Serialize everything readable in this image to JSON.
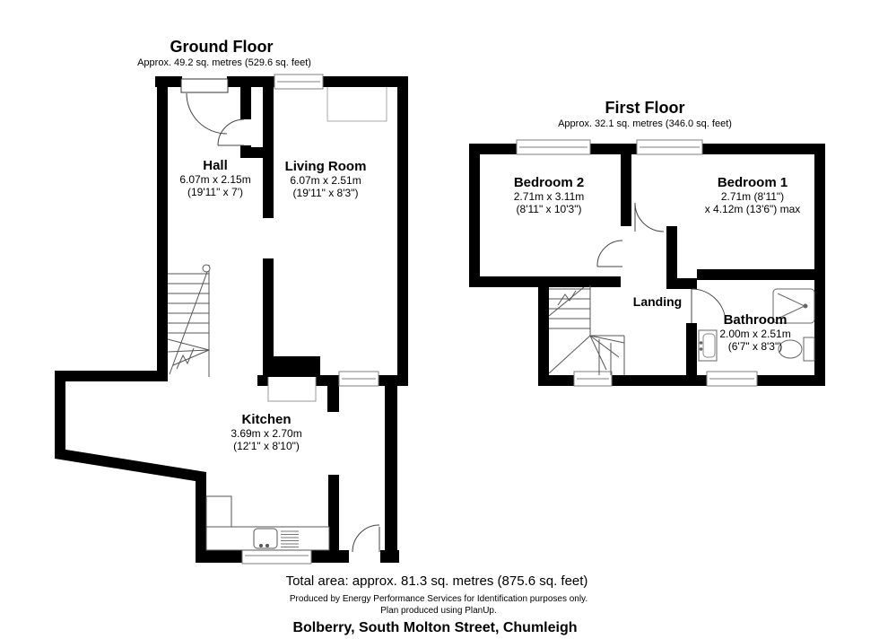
{
  "document": {
    "type": "floor-plan"
  },
  "ground_floor": {
    "title": "Ground Floor",
    "subtitle": "Approx. 49.2 sq. metres (529.6 sq. feet)",
    "rooms": {
      "hall": {
        "name": "Hall",
        "dims_line1": "6.07m x 2.15m",
        "dims_line2": "(19'11\" x 7')"
      },
      "living_room": {
        "name": "Living Room",
        "dims_line1": "6.07m x 2.51m",
        "dims_line2": "(19'11\" x 8'3\")"
      },
      "kitchen": {
        "name": "Kitchen",
        "dims_line1": "3.69m x 2.70m",
        "dims_line2": "(12'1\" x 8'10\")"
      }
    }
  },
  "first_floor": {
    "title": "First Floor",
    "subtitle": "Approx. 32.1 sq. metres (346.0 sq. feet)",
    "rooms": {
      "bedroom_2": {
        "name": "Bedroom 2",
        "dims_line1": "2.71m x 3.11m",
        "dims_line2": "(8'11\" x 10'3\")"
      },
      "bedroom_1": {
        "name": "Bedroom 1",
        "dims_line1": "2.71m (8'11\")",
        "dims_line2": "x 4.12m (13'6\") max"
      },
      "landing": {
        "name": "Landing"
      },
      "bathroom": {
        "name": "Bathroom",
        "dims_line1": "2.00m x 2.51m",
        "dims_line2": "(6'7\" x 8'3\")"
      }
    }
  },
  "footer": {
    "total_area": "Total area: approx. 81.3 sq. metres (875.6 sq. feet)",
    "disclaimer": "Produced by Energy Performance Services for Identification purposes only.",
    "tool": "Plan produced using PlanUp.",
    "address": "Bolberry, South Molton Street, Chumleigh"
  },
  "icons": {
    "stairs": "stairs-icon",
    "shower": "shower-icon",
    "toilet": "toilet-icon",
    "basin": "basin-icon",
    "kitchen_sink": "kitchen-sink-icon",
    "door": "door-arc-icon",
    "window": "window-icon"
  },
  "colors": {
    "wall": "#000000",
    "window_line": "#7f7f7f",
    "fixture_line": "#555555",
    "background": "#ffffff"
  }
}
